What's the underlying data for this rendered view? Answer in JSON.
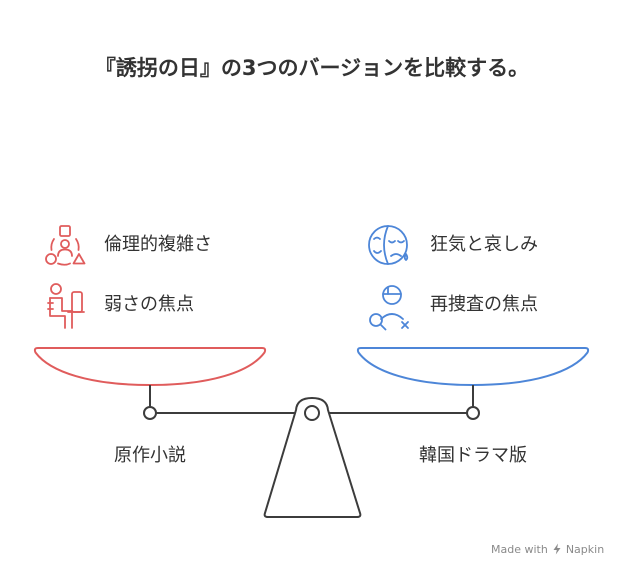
{
  "title": "『誘拐の日』の3つのバージョンを比較する。",
  "colors": {
    "left": "#e05c5c",
    "right": "#4d86d8",
    "neutral": "#3c3c3c"
  },
  "left": {
    "label": "原作小説",
    "items": [
      {
        "icon": "ethics-icon",
        "label": "倫理的複雑さ"
      },
      {
        "icon": "vulnerability-icon",
        "label": "弱さの焦点"
      }
    ]
  },
  "right": {
    "label": "韓国ドラマ版",
    "items": [
      {
        "icon": "drama-masks-icon",
        "label": "狂気と哀しみ"
      },
      {
        "icon": "detective-icon",
        "label": "再捜査の焦点"
      }
    ]
  },
  "watermark": {
    "prefix": "Made with",
    "icon": "napkin-logo-icon",
    "brand": "Napkin"
  }
}
